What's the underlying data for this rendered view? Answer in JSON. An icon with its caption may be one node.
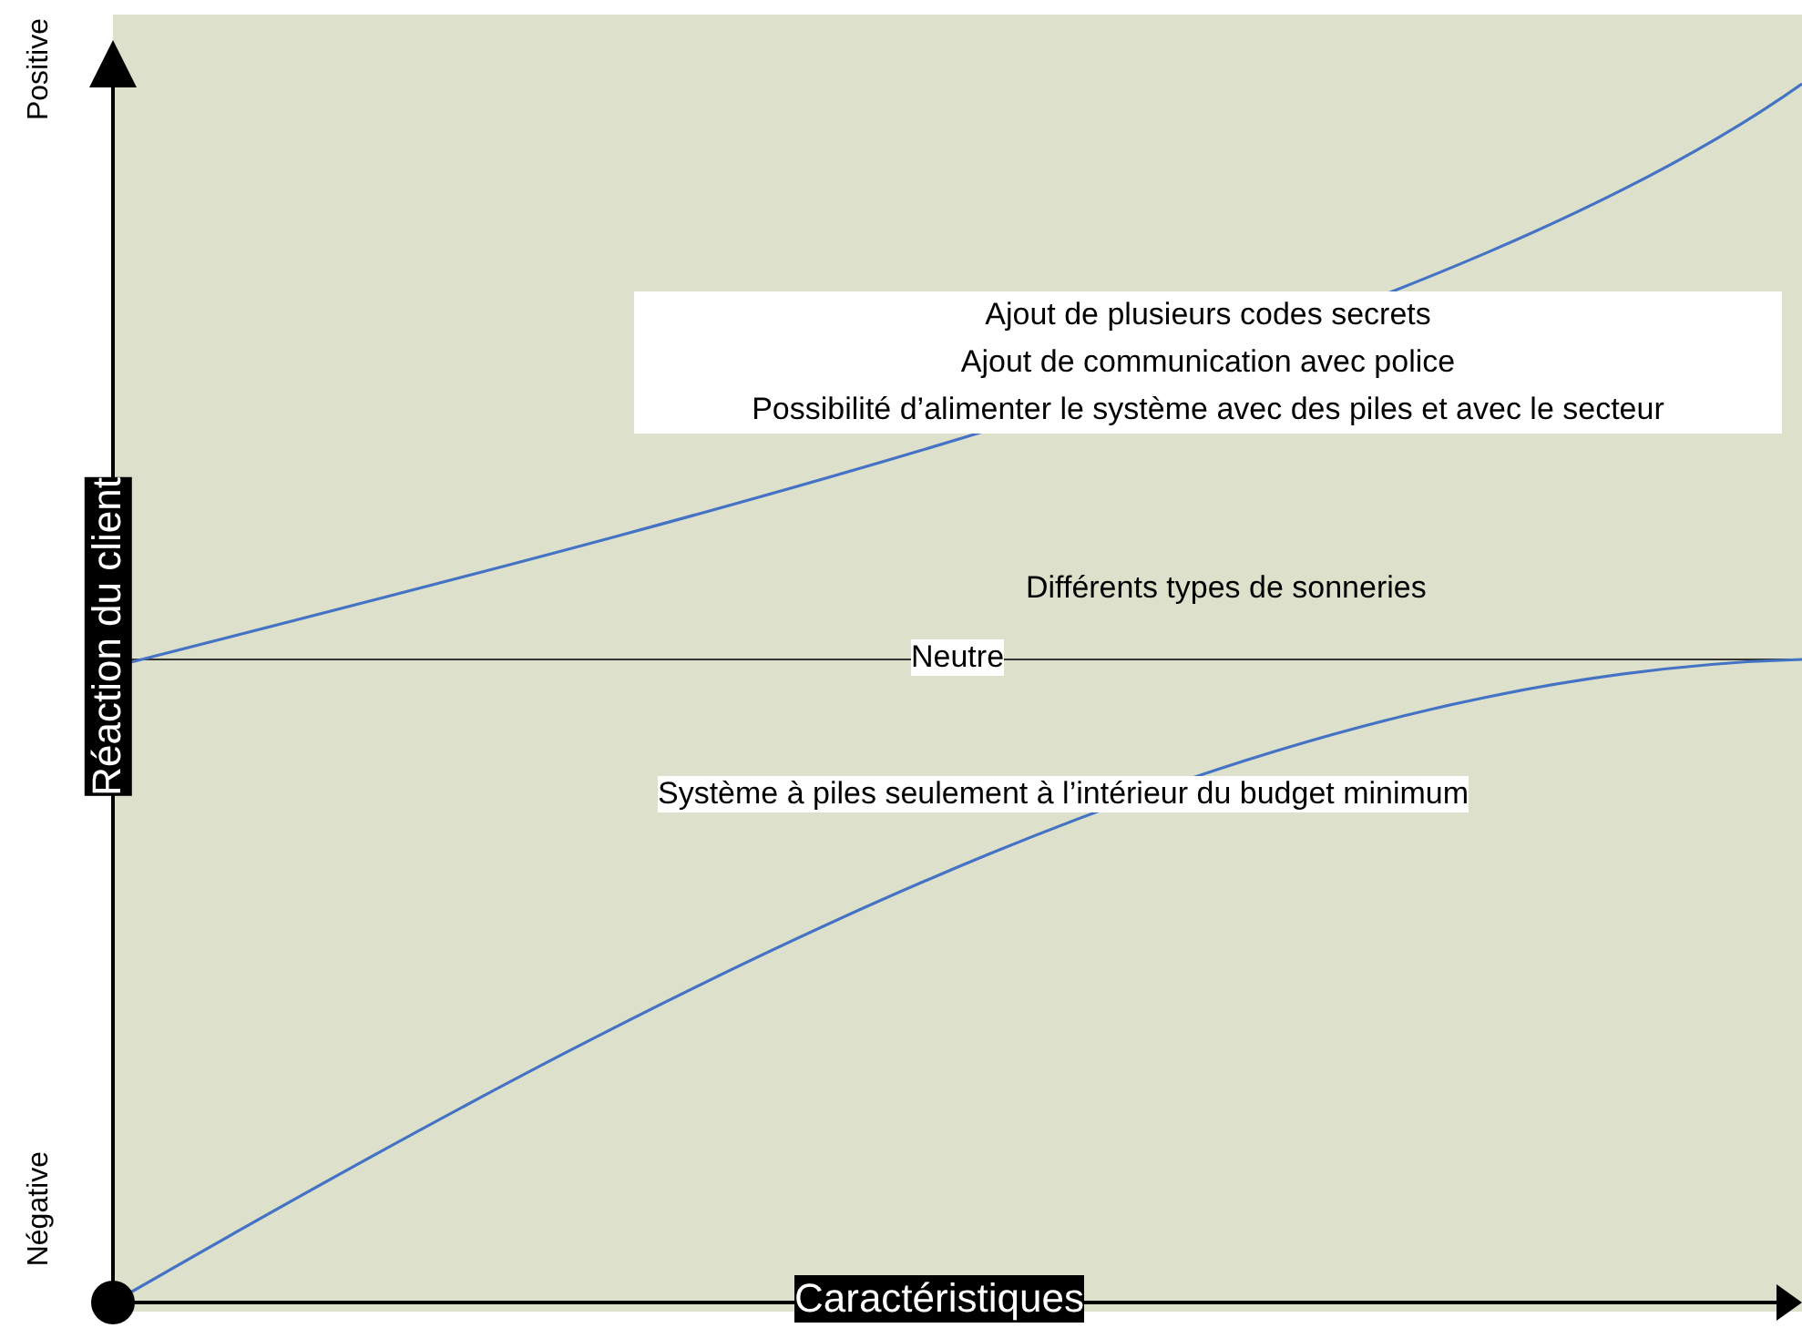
{
  "diagram": {
    "labels": [
      "Positive",
      "Ajout de plusieurs codes secrets",
      "Ajout de communication avec police",
      "Possibilité d’alimenter le système avec des piles et avec le secteur",
      "Réaction du client",
      "Différents types de sonneries",
      "Neutre",
      "Système à piles seulement à l’intérieur du budget minimum",
      "Négative",
      "Caractéristiques"
    ]
  }
}
